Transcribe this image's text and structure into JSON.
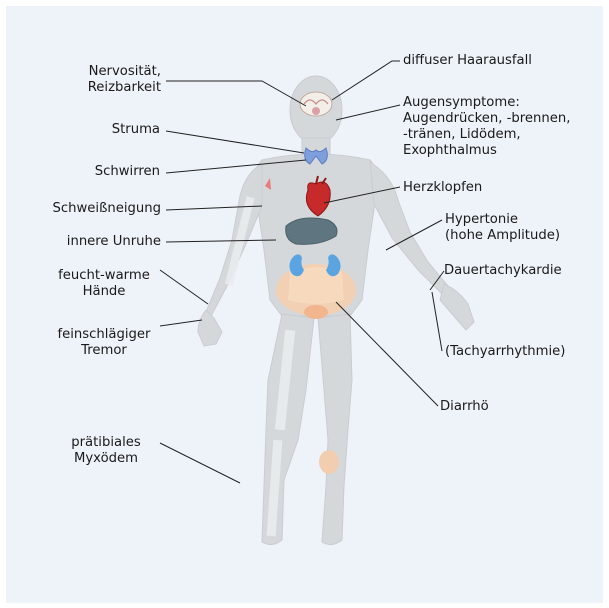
{
  "labels": {
    "nervositaet": "Nervosität,\nReizbarkeit",
    "struma": "Struma",
    "schwirren": "Schwirren",
    "schweiss": "Schweißneigung",
    "unruhe": "innere Unruhe",
    "haende": "feucht-warme\nHände",
    "tremor": "feinschlägiger\nTremor",
    "myxoedem": "prätibiales\nMyxödem",
    "haarausfall": "diffuser Haarausfall",
    "augen": "Augensymptome:\nAugendrücken, -brennen,\n-tränen, Lidödem,\nExophthalmus",
    "herzklopfen": "Herzklopfen",
    "hypertonie": "Hypertonie\n(hohe Amplitude)",
    "tachykardie": "Dauertachykardie",
    "tachyarrhythmie": "(Tachyarrhythmie)",
    "diarrhoe": "Diarrhö"
  },
  "colors": {
    "panel": "#eef3fa",
    "body": "#d5d8db",
    "heart": "#c62a2a",
    "thyroid": "#7f9fdc",
    "kidney": "#5ba4e2",
    "liver": "#5f7681",
    "intestine": "#f6cfab",
    "brain": "#f3efe8",
    "lines": "#222222"
  }
}
